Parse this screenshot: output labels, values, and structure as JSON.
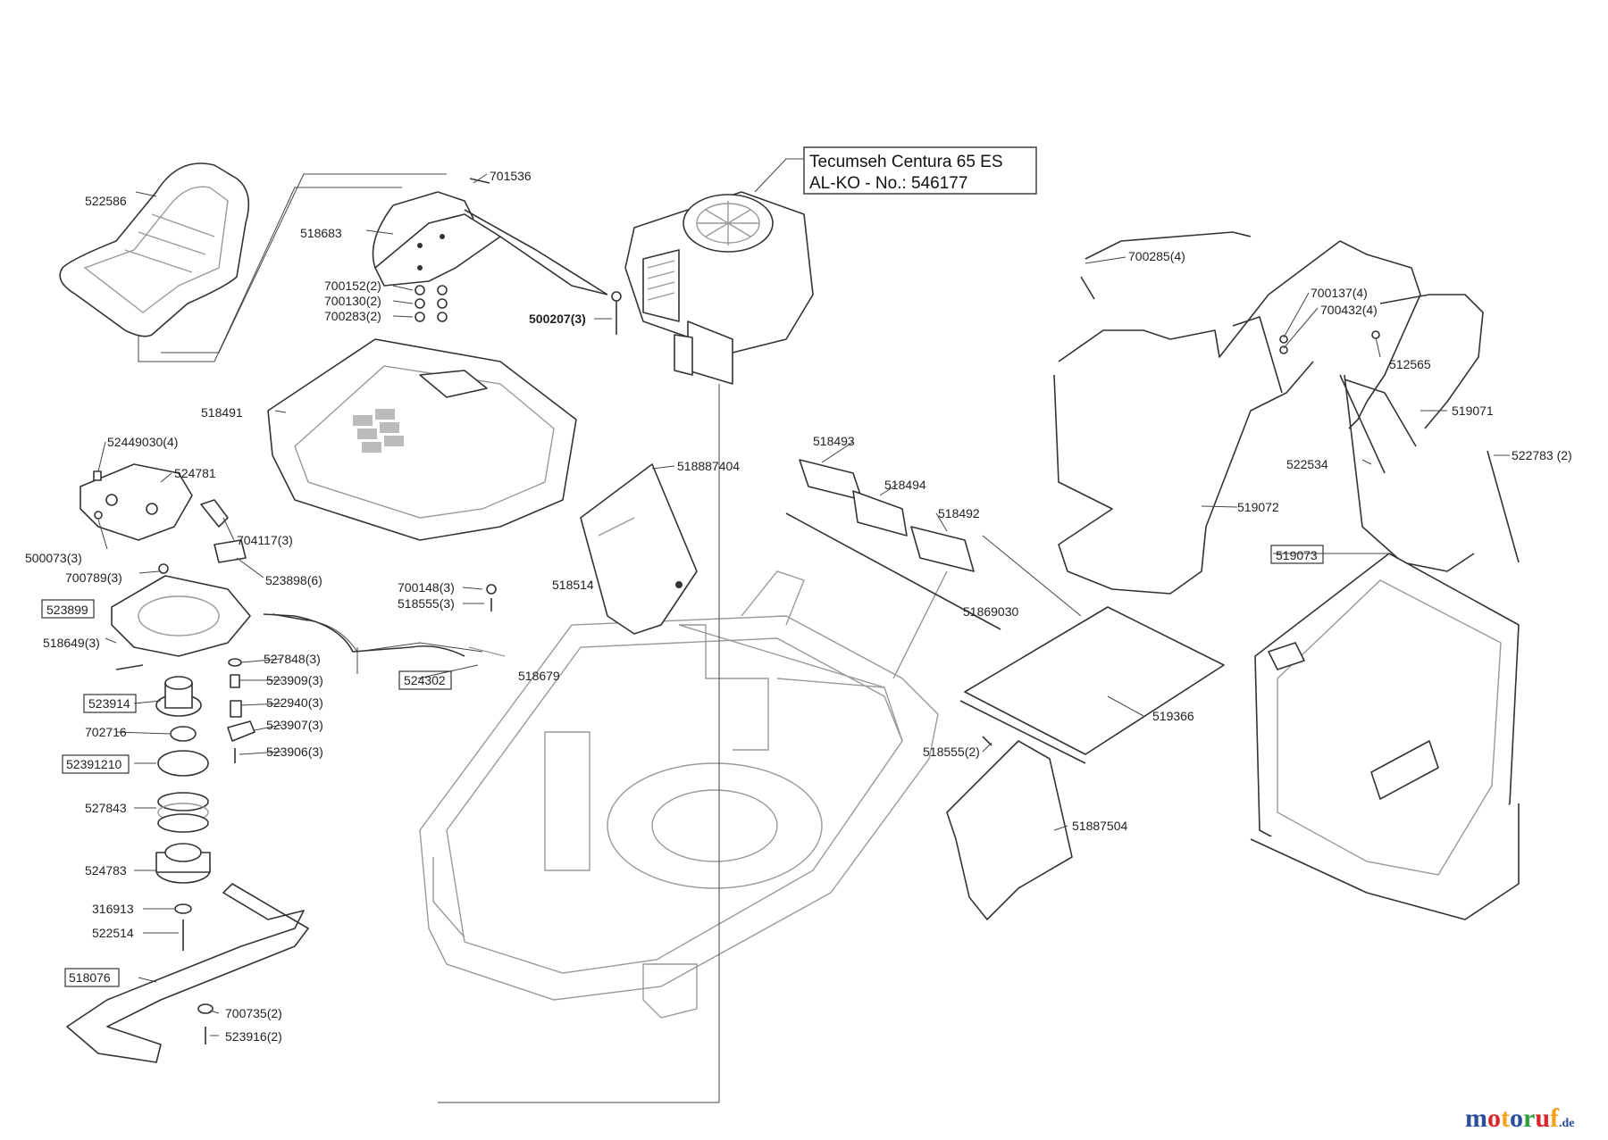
{
  "engine": {
    "line1": "Tecumseh Centura 65 ES",
    "line2": "AL-KO - No.: 546177"
  },
  "labels": [
    {
      "id": "l01",
      "text": "522586",
      "boxed": false
    },
    {
      "id": "l02",
      "text": "701536",
      "boxed": false
    },
    {
      "id": "l03",
      "text": "518683",
      "boxed": false
    },
    {
      "id": "l04",
      "text": "700152(2)",
      "boxed": false
    },
    {
      "id": "l05",
      "text": "700130(2)",
      "boxed": false
    },
    {
      "id": "l06",
      "text": "700283(2)",
      "boxed": false
    },
    {
      "id": "l07",
      "text": "500207(3)",
      "boxed": false
    },
    {
      "id": "l08",
      "text": "700285(4)",
      "boxed": false
    },
    {
      "id": "l09",
      "text": "700137(4)",
      "boxed": false
    },
    {
      "id": "l10",
      "text": "700432(4)",
      "boxed": false
    },
    {
      "id": "l11",
      "text": "512565",
      "boxed": false
    },
    {
      "id": "l12",
      "text": "519071",
      "boxed": false
    },
    {
      "id": "l13",
      "text": "518491",
      "boxed": false
    },
    {
      "id": "l14",
      "text": "52449030(4)",
      "boxed": false
    },
    {
      "id": "l15",
      "text": "524781",
      "boxed": false
    },
    {
      "id": "l16",
      "text": "518887404",
      "boxed": false
    },
    {
      "id": "l17",
      "text": "518493",
      "boxed": false
    },
    {
      "id": "l18",
      "text": "518494",
      "boxed": false
    },
    {
      "id": "l19",
      "text": "518492",
      "boxed": false
    },
    {
      "id": "l20",
      "text": "522534",
      "boxed": false
    },
    {
      "id": "l21",
      "text": "522783 (2)",
      "boxed": false
    },
    {
      "id": "l22",
      "text": "500073(3)",
      "boxed": false
    },
    {
      "id": "l23",
      "text": "704117(3)",
      "boxed": false
    },
    {
      "id": "l24",
      "text": "700789(3)",
      "boxed": false
    },
    {
      "id": "l25",
      "text": "523898(6)",
      "boxed": false
    },
    {
      "id": "l26",
      "text": "519072",
      "boxed": false
    },
    {
      "id": "l27",
      "text": "519073",
      "boxed": true
    },
    {
      "id": "l28",
      "text": "518514",
      "boxed": false
    },
    {
      "id": "l29",
      "text": "700148(3)",
      "boxed": false
    },
    {
      "id": "l30",
      "text": "518555(3)",
      "boxed": false
    },
    {
      "id": "l31",
      "text": "51869030",
      "boxed": false
    },
    {
      "id": "l32",
      "text": "523899",
      "boxed": true
    },
    {
      "id": "l33",
      "text": "518649(3)",
      "boxed": false
    },
    {
      "id": "l34",
      "text": "527848(3)",
      "boxed": false
    },
    {
      "id": "l35",
      "text": "524302",
      "boxed": true
    },
    {
      "id": "l36",
      "text": "518679",
      "boxed": false
    },
    {
      "id": "l37",
      "text": "523909(3)",
      "boxed": false
    },
    {
      "id": "l38",
      "text": "523914",
      "boxed": true
    },
    {
      "id": "l39",
      "text": "522940(3)",
      "boxed": false
    },
    {
      "id": "l40",
      "text": "702716",
      "boxed": false
    },
    {
      "id": "l41",
      "text": "523907(3)",
      "boxed": false
    },
    {
      "id": "l42",
      "text": "519366",
      "boxed": false
    },
    {
      "id": "l43",
      "text": "52391210",
      "boxed": true
    },
    {
      "id": "l44",
      "text": "523906(3)",
      "boxed": false
    },
    {
      "id": "l45",
      "text": "518555(2)",
      "boxed": false
    },
    {
      "id": "l46",
      "text": "527843",
      "boxed": false
    },
    {
      "id": "l47",
      "text": "51887504",
      "boxed": false
    },
    {
      "id": "l48",
      "text": "524783",
      "boxed": false
    },
    {
      "id": "l49",
      "text": "316913",
      "boxed": false
    },
    {
      "id": "l50",
      "text": "522514",
      "boxed": false
    },
    {
      "id": "l51",
      "text": "518076",
      "boxed": true
    },
    {
      "id": "l52",
      "text": "700735(2)",
      "boxed": false
    },
    {
      "id": "l53",
      "text": "523916(2)",
      "boxed": false
    }
  ],
  "watermark": {
    "letters": [
      "m",
      "o",
      "t",
      "o",
      "r",
      "u",
      "f"
    ],
    "suffix": ".de"
  },
  "colors": {
    "line": "#333333",
    "ghost": "#9a9a9a",
    "watermark": [
      "#2a4d9c",
      "#d8262b",
      "#f4a21b",
      "#2a4d9c",
      "#2f9b3b",
      "#d8262b",
      "#f4a21b"
    ]
  }
}
